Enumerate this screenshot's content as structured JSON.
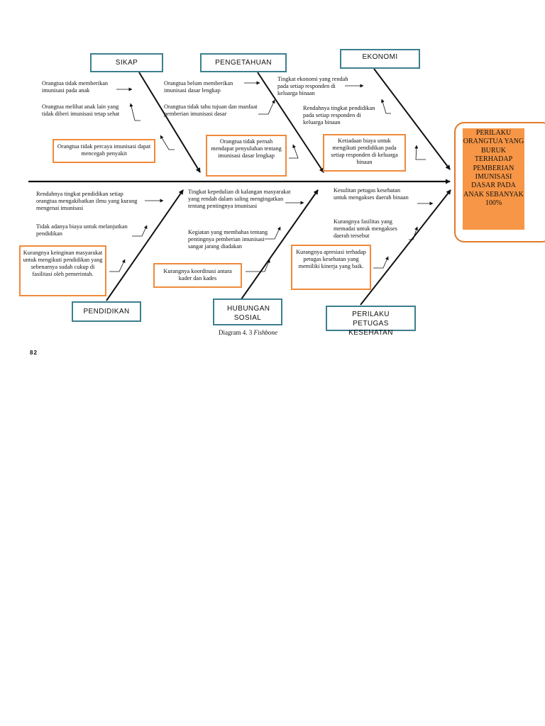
{
  "effect": {
    "text": "PERILAKU ORANGTUA YANG BURUK TERHADAP PEMBERIAN IMUNISASI DASAR PADA ANAK SEBANYAK 100%"
  },
  "categories": {
    "sikap": "SIKAP",
    "pengetahuan": "PENGETAHUAN",
    "ekonomi": "EKONOMI",
    "pendidikan": "PENDIDIKAN",
    "hubungan_sosial": "HUBUNGAN SOSIAL",
    "perilaku_petugas": "PERILAKU PETUGAS KESEHATAN"
  },
  "causes": {
    "sikap": [
      "Orangtua tidak memberikan imunisasi pada anak",
      "Orangtua melihat anak lain yang tidak diberi imunisasi tetap sehat",
      "Orangtua tidak percaya imunisasi dapat mencegah penyakit"
    ],
    "pengetahuan": [
      "Orangtua belum memberikan imunisasi dasar lengkap",
      "Orangtua tidak tahu tujuan dan manfaat pemberian imunisasi dasar",
      "Orangtua tidak pernah mendapat penyuluhan tentang imunisasi dasar lengkap"
    ],
    "ekonomi": [
      "Tingkat ekonomi yang rendah pada setiap responden di keluarga binaan",
      "Rendahnya tingkat pendidikan pada setiap responden di keluarga binaan",
      "Ketiadaan biaya untuk mengikuti pendidikan pada setiap responden di keluarga binaan"
    ],
    "pendidikan": [
      "Rendahnya tingkat pendidikan setiap orangtua mengakibatkan ilmu yang kurang mengenai imunisasi",
      "Tidak adanya biaya untuk melanjutkan pendidikan",
      "Kurangnya keinginan masyarakat untuk mengikuti pendidikan yang sebenarnya sudah cukup di fasilitasi oleh pemerintah."
    ],
    "hubungan_sosial": [
      "Tingkat kepedulian di kalangan masyarakat yang rendah dalam saling mengingatkan tentang pentingnya imunisasi",
      "Kegiatan yang membahas tentang pentingnya pemberian imunisasi sangat jarang diadakan",
      "Kurangnya koordinasi antara kader dan kades"
    ],
    "perilaku_petugas": [
      "Kesulitan petugas kesehatan untuk mengakses daerah binaan",
      "Kurangnya fasilitas yang memadai untuk mengakses daerah tersebut",
      "Kurangnya apresiasi terhadap petugas kesehatan yang memiliki kinerja yang baik."
    ]
  },
  "caption": {
    "prefix": "Diagram 4. 3 ",
    "italic": "Fishbone"
  },
  "page_number": "82"
}
